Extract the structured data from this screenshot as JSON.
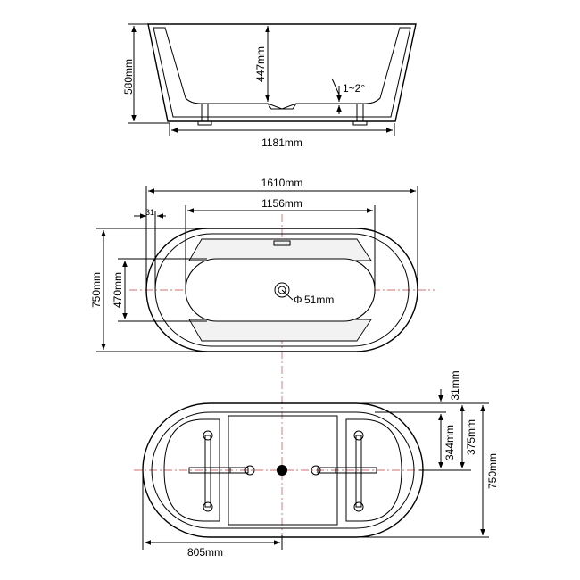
{
  "side_view": {
    "height_total": "580mm",
    "inner_depth": "447mm",
    "slope": "1~2°",
    "base_length": "1181mm"
  },
  "top_view": {
    "overall_length": "1610mm",
    "rim_width": "31",
    "inner_length": "1156mm",
    "overall_width": "750mm",
    "inner_width": "470mm",
    "drain_diameter": "51mm",
    "drain_symbol": "Φ"
  },
  "bottom_view": {
    "rim_width": "31mm",
    "drain_offset": "344mm",
    "half_width": "375mm",
    "overall_width": "750mm",
    "half_length": "805mm"
  },
  "colors": {
    "line": "#000000",
    "centerline": "#d07070",
    "surface": "#e8e8e8"
  }
}
